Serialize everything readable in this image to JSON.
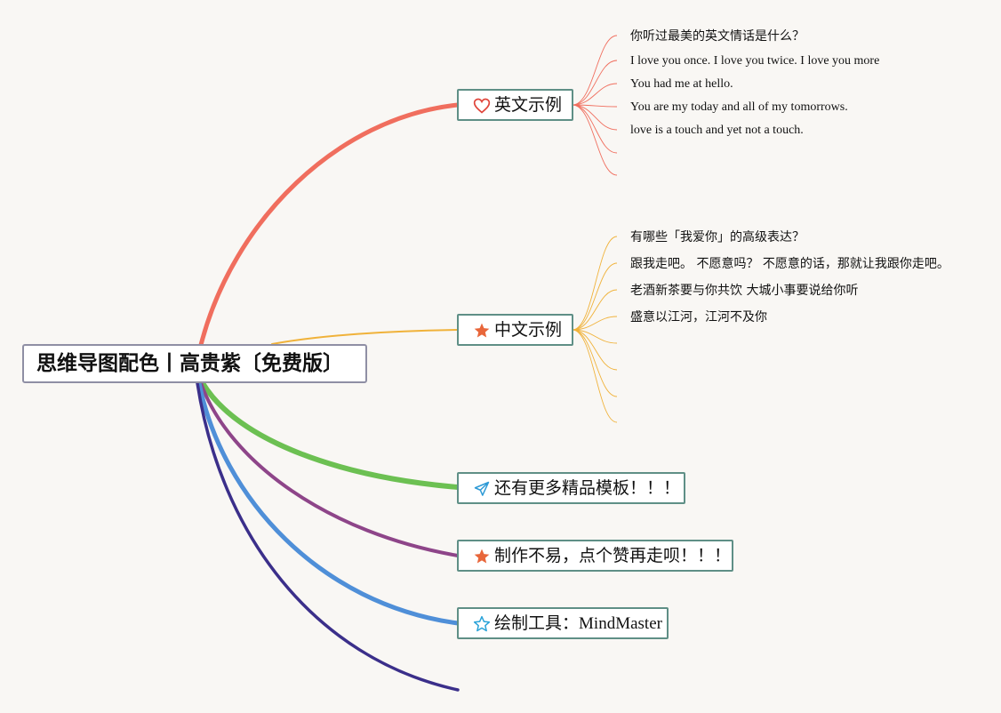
{
  "root": {
    "title": "思维导图配色丨高贵紫〔免费版〕"
  },
  "colors": {
    "english": "#f06e5e",
    "chinese": "#f0b23a",
    "templates": "#6cc052",
    "thanks": "#8e4589",
    "tool": "#4f8fd8",
    "extra": "#3b2f8a",
    "topic_border": "#5f8f86",
    "root_border": "#8f8fa4"
  },
  "branches": {
    "english": {
      "label": "英文示例",
      "icon": "heart-icon",
      "items": [
        "你听过最美的英文情话是什么？",
        "I love you once. I love you twice. I love you more",
        "You had me at hello.",
        "You are my today and all of my tomorrows.",
        "love is a touch and yet not a touch."
      ]
    },
    "chinese": {
      "label": "中文示例",
      "icon": "star-filled-icon",
      "items": [
        "有哪些「我爱你」的高级表达？",
        "跟我走吧。 不愿意吗？ 不愿意的话，那就让我跟你走吧。",
        "老酒新茶要与你共饮 大城小事要说给你听",
        "盛意以江河，江河不及你"
      ]
    },
    "templates": {
      "label": "还有更多精品模板！！！",
      "icon": "paper-plane-icon"
    },
    "thanks": {
      "label": "制作不易，点个赞再走呗！！！",
      "icon": "star-filled-icon"
    },
    "tool": {
      "label_prefix": "绘制工具：",
      "label_name": "MindMaster",
      "icon": "star-outline-icon"
    }
  }
}
